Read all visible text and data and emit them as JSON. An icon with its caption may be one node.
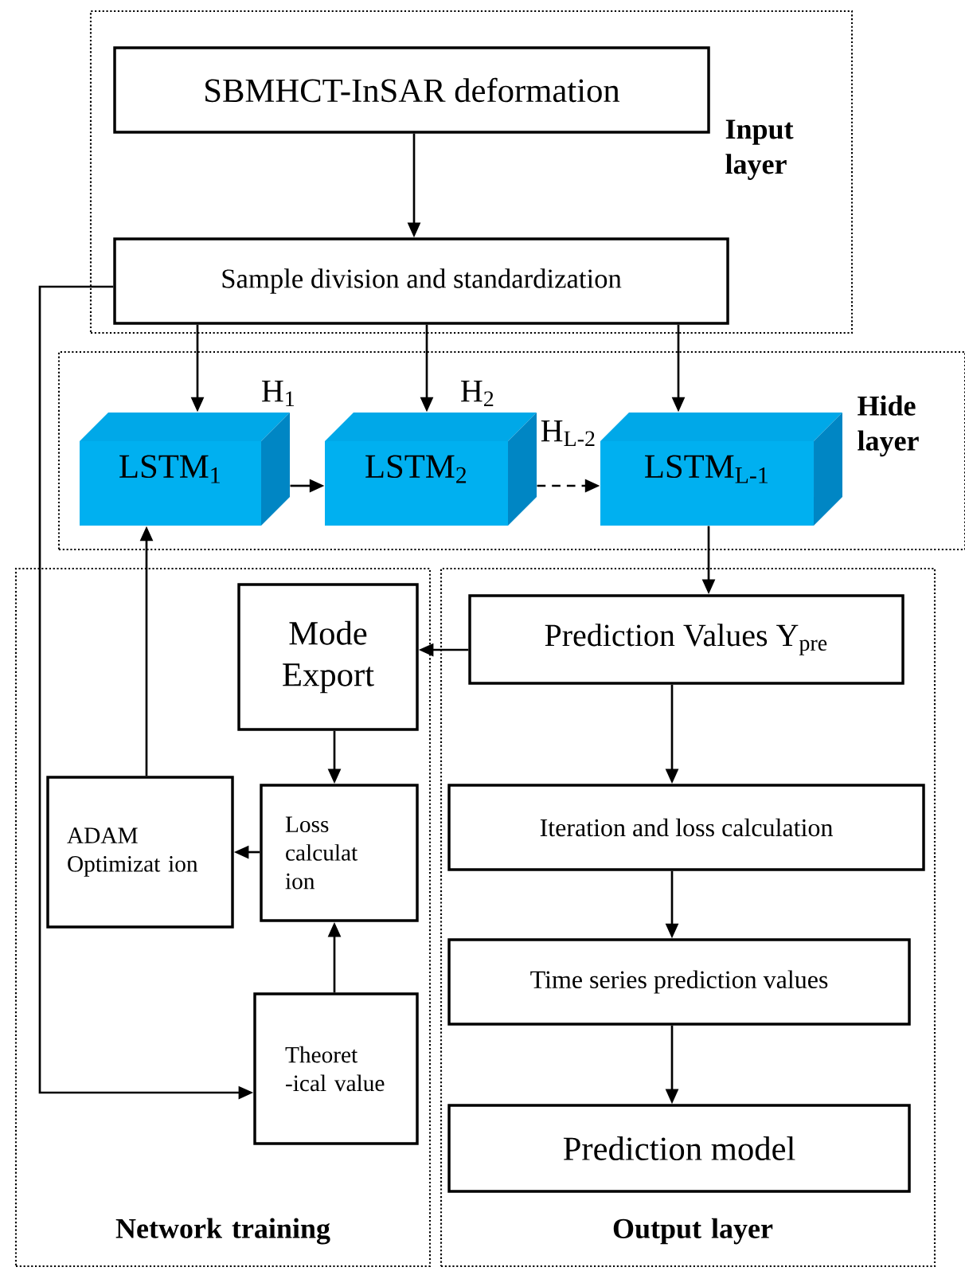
{
  "diagram": {
    "nodes": [
      {
        "text": [
          "Input layer"
        ]
      },
      {
        "text": [
          "SBMHCT-InSAR deformation"
        ],
        "in": 0
      },
      {
        "text": [
          "Sample division and standardization"
        ],
        "in": 0
      },
      {
        "text": [
          "Hide layer"
        ]
      },
      {
        "text": [
          "LSTM$_{1}$"
        ],
        "beside": [
          "H$_{1}$"
        ],
        "in": 3
      },
      {
        "text": [
          "LSTM$_{2}$"
        ],
        "beside": [
          "H$_{2}$"
        ],
        "in": 3
      },
      {
        "text": [
          "LSTM$_{L-1}$"
        ],
        "in": 3
      },
      {
        "text": [
          "Network training"
        ]
      },
      {
        "text": [
          "Mode Export"
        ],
        "in": 7
      },
      {
        "text": [
          "ADAM Optimizat ion"
        ],
        "in": 7
      },
      {
        "text": [
          "Loss calculat ion"
        ],
        "in": 7
      },
      {
        "text": [
          "Theoret -ical value"
        ],
        "in": 7
      },
      {
        "text": [
          "Output layer"
        ]
      },
      {
        "text": [
          "Prediction Values Y$_{pre}$"
        ],
        "in": 12
      },
      {
        "text": [
          "Iteration and loss calculation"
        ],
        "in": 12
      },
      {
        "text": [
          "Time series prediction values"
        ],
        "in": 12
      },
      {
        "text": [
          "Prediction model"
        ],
        "in": 12
      }
    ],
    "edges": [
      {
        "from": 1,
        "to": 2,
        "arrow": "to"
      },
      {
        "from": 2,
        "to": 4,
        "arrow": "to"
      },
      {
        "from": 2,
        "to": 5,
        "arrow": "to"
      },
      {
        "from": 2,
        "to": 6,
        "arrow": "to"
      },
      {
        "from": 4,
        "to": 5,
        "arrow": "to"
      },
      {
        "from": 5,
        "to": 6,
        "arrow": "to",
        "style": "dashed",
        "label": "H$_{L-2}$"
      },
      {
        "from": 6,
        "to": 13,
        "arrow": "to"
      },
      {
        "from": 13,
        "to": 8,
        "arrow": "to"
      },
      {
        "from": 8,
        "to": 10,
        "arrow": "to"
      },
      {
        "from": 10,
        "to": 9,
        "arrow": "to"
      },
      {
        "from": 11,
        "to": 10,
        "arrow": "to"
      },
      {
        "from": 9,
        "to": 4,
        "arrow": "to"
      },
      {
        "from": 2,
        "to": 11,
        "arrow": "to"
      },
      {
        "from": 13,
        "to": 14,
        "arrow": "to"
      },
      {
        "from": 14,
        "to": 15,
        "arrow": "to"
      },
      {
        "from": 15,
        "to": 16,
        "arrow": "to"
      }
    ]
  }
}
